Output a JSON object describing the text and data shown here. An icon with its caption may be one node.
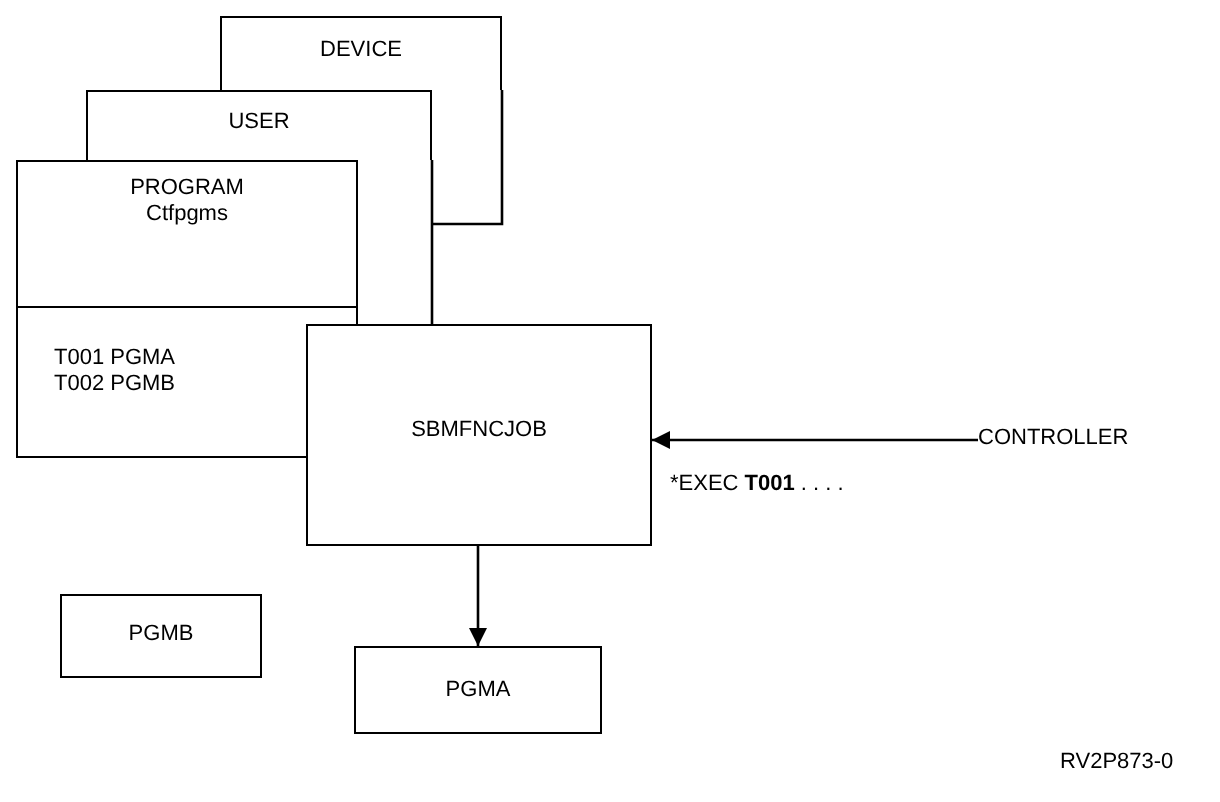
{
  "diagram": {
    "nodes": [
      {
        "text": [
          "DEVICE"
        ]
      },
      {
        "text": [
          "USER"
        ]
      },
      {
        "text": [
          "PROGRAM Ctfpgms",
          "T001 PGMA T002 PGMB"
        ]
      },
      {
        "text": [
          "SBMFNCJOB"
        ]
      },
      {
        "text": [
          "CONTROLLER"
        ]
      },
      {
        "text": [
          "PGMB"
        ]
      },
      {
        "text": [
          "PGMA"
        ]
      }
    ],
    "edges": [
      {
        "from": 4,
        "to": 3,
        "arrow": "to",
        "label": "*EXEC **T001** . . . ."
      },
      {
        "from": 3,
        "to": 6,
        "arrow": "to"
      }
    ],
    "labels": [
      "RV2P873-0"
    ]
  }
}
